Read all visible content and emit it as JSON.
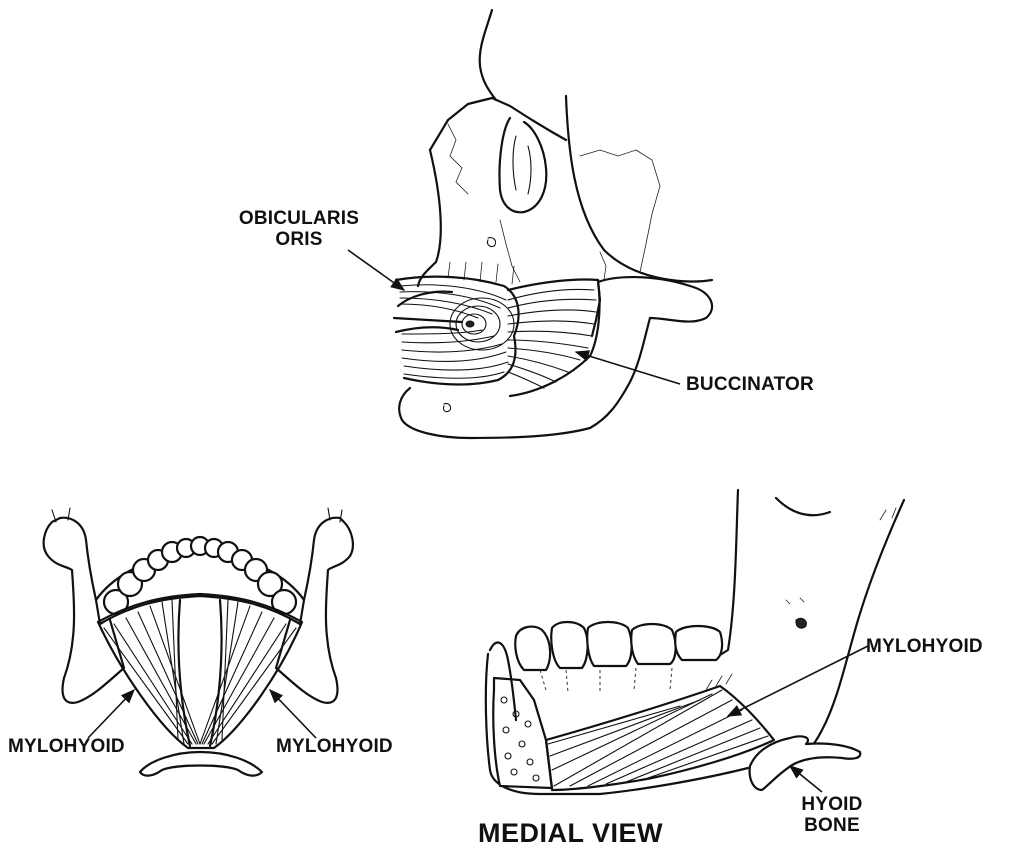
{
  "labels": {
    "obicularis_oris": [
      "OBICULARIS",
      "ORIS"
    ],
    "buccinator": "BUCCINATOR",
    "mylohyoid_left": "MYLOHYOID",
    "mylohyoid_right": "MYLOHYOID",
    "mylohyoid_medial": "MYLOHYOID",
    "hyoid_bone": [
      "HYOID",
      "BONE"
    ],
    "medial_view": "MEDIAL VIEW"
  },
  "colors": {
    "ink": "#111111",
    "paper": "#ffffff"
  }
}
